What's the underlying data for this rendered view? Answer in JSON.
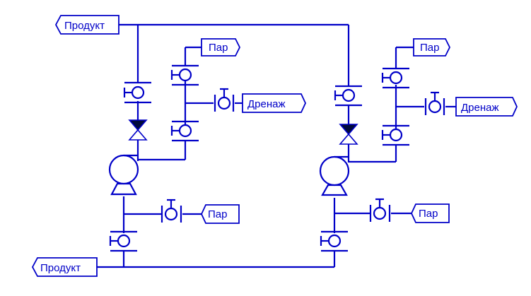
{
  "labels": {
    "product_top": "Продукт",
    "product_bottom": "Продукт",
    "left_steam_top": "Пар",
    "left_drain": "Дренаж",
    "left_steam_bottom": "Пар",
    "right_steam_top": "Пар",
    "right_drain": "Дренаж",
    "right_steam_bottom": "Пар"
  },
  "colors": {
    "line": "#0000c8",
    "closed_valve_fill": "#000a3c",
    "background": "#ffffff"
  },
  "icons": {
    "pump": "centrifugal-pump-icon",
    "gate_valve": "gate-valve-icon",
    "check_valve": "check-valve-icon",
    "flange": "flange-icon"
  }
}
